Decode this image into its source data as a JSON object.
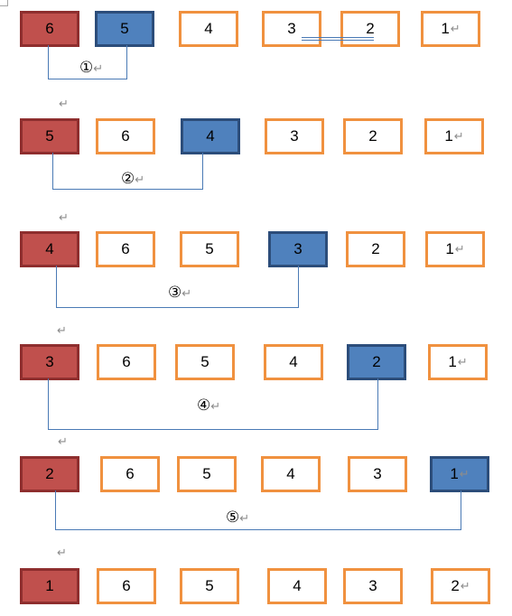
{
  "return_glyph": "↵",
  "rows": [
    {
      "values": [
        "6",
        "5",
        "4",
        "3",
        "2",
        "1"
      ],
      "states": [
        "red",
        "blue",
        "plain",
        "plain",
        "plain",
        "plain"
      ],
      "step_label": "①"
    },
    {
      "values": [
        "5",
        "6",
        "4",
        "3",
        "2",
        "1"
      ],
      "states": [
        "red",
        "plain",
        "blue",
        "plain",
        "plain",
        "plain"
      ],
      "step_label": "②"
    },
    {
      "values": [
        "4",
        "6",
        "5",
        "3",
        "2",
        "1"
      ],
      "states": [
        "red",
        "plain",
        "plain",
        "blue",
        "plain",
        "plain"
      ],
      "step_label": "③"
    },
    {
      "values": [
        "3",
        "6",
        "5",
        "4",
        "2",
        "1"
      ],
      "states": [
        "red",
        "plain",
        "plain",
        "plain",
        "blue",
        "plain"
      ],
      "step_label": "④"
    },
    {
      "values": [
        "2",
        "6",
        "5",
        "4",
        "3",
        "1"
      ],
      "states": [
        "red",
        "plain",
        "plain",
        "plain",
        "plain",
        "blue"
      ],
      "step_label": "⑤"
    },
    {
      "values": [
        "1",
        "6",
        "5",
        "4",
        "3",
        "2"
      ],
      "states": [
        "red",
        "plain",
        "plain",
        "plain",
        "plain",
        "plain"
      ],
      "step_label": ""
    }
  ],
  "colors": {
    "min_fill": "#c0504d",
    "compare_fill": "#4f81bd",
    "plain_border": "#f0913f",
    "connector": "#4a7ab5"
  }
}
